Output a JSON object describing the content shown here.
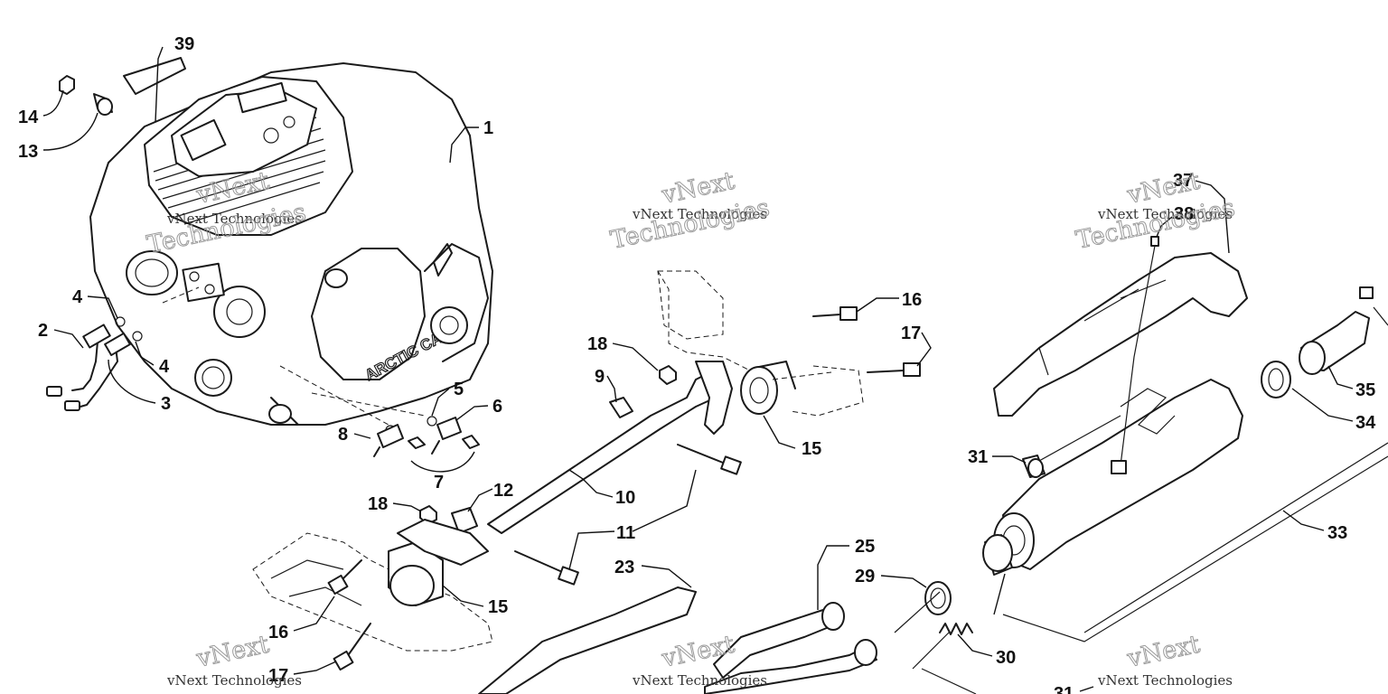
{
  "callouts": [
    {
      "n": "39"
    },
    {
      "n": "14"
    },
    {
      "n": "13"
    },
    {
      "n": "1"
    },
    {
      "n": "4"
    },
    {
      "n": "2"
    },
    {
      "n": "4"
    },
    {
      "n": "3"
    },
    {
      "n": "5"
    },
    {
      "n": "6"
    },
    {
      "n": "8"
    },
    {
      "n": "7"
    },
    {
      "n": "18"
    },
    {
      "n": "9"
    },
    {
      "n": "16"
    },
    {
      "n": "17"
    },
    {
      "n": "15"
    },
    {
      "n": "10"
    },
    {
      "n": "12"
    },
    {
      "n": "11"
    },
    {
      "n": "18"
    },
    {
      "n": "15"
    },
    {
      "n": "16"
    },
    {
      "n": "17"
    },
    {
      "n": "23"
    },
    {
      "n": "25"
    },
    {
      "n": "29"
    },
    {
      "n": "30"
    },
    {
      "n": "31"
    },
    {
      "n": "33"
    },
    {
      "n": "37"
    },
    {
      "n": "38"
    },
    {
      "n": "35"
    },
    {
      "n": "34"
    },
    {
      "n": "31"
    }
  ],
  "watermark": {
    "line1": "vNext Technologies",
    "line2": "vNext",
    "line3": "Technologies"
  },
  "engine_logo": "ARCTIC CAT"
}
